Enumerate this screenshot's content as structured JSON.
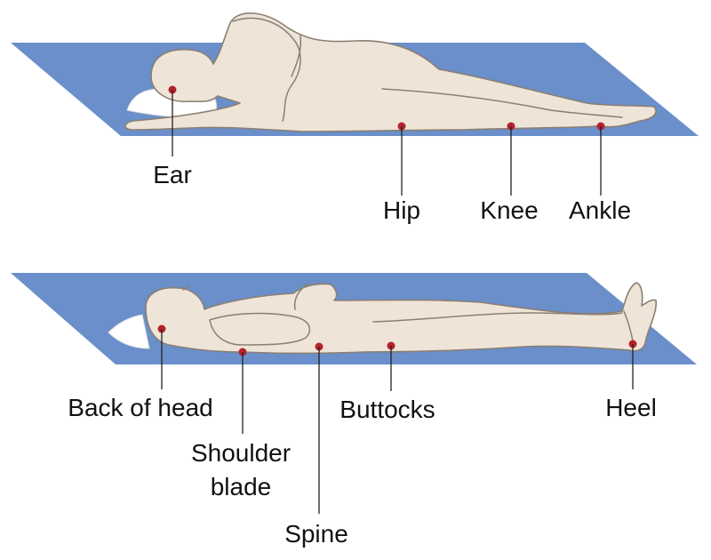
{
  "colors": {
    "mat": "#6a8fca",
    "skin": "#efe4d8",
    "outline": "#8a7f74",
    "pillow": "#ffffff",
    "pressure_point": "#b5222c"
  },
  "side_lying": {
    "labels": {
      "ear": "Ear",
      "hip": "Hip",
      "knee": "Knee",
      "ankle": "Ankle"
    }
  },
  "supine": {
    "labels": {
      "back_of_head": "Back of head",
      "shoulder_blade_line1": "Shoulder",
      "shoulder_blade_line2": "blade",
      "spine": "Spine",
      "buttocks": "Buttocks",
      "heel": "Heel"
    }
  }
}
